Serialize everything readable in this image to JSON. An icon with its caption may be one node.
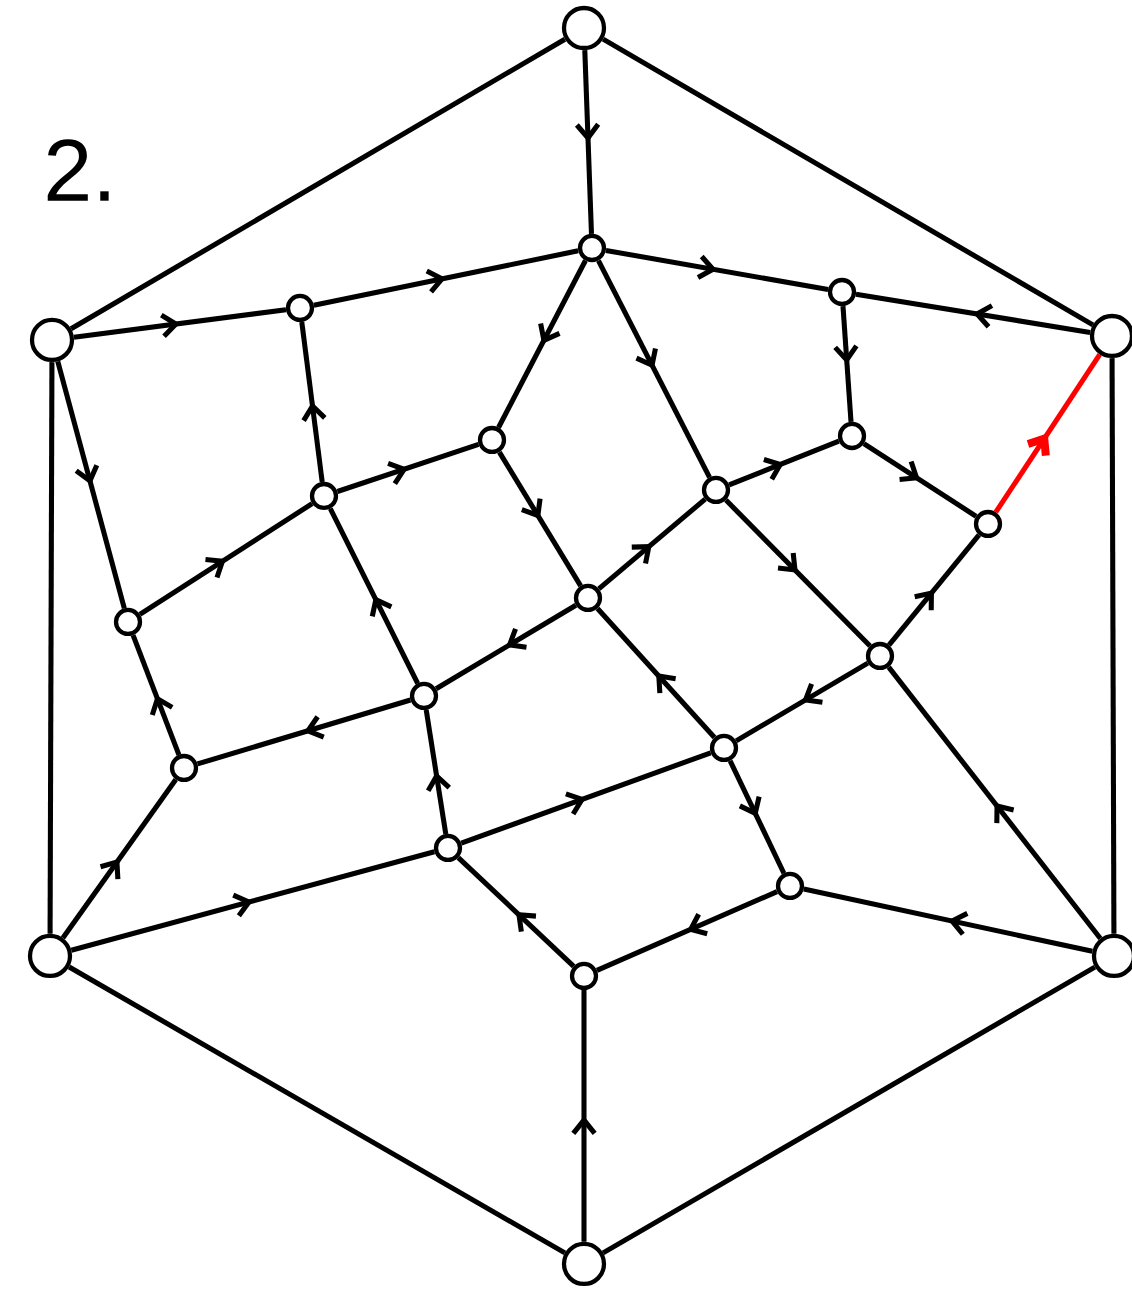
{
  "diagram": {
    "nodes": [
      {
        "text": [],
        "shape": "circle"
      },
      {
        "text": [],
        "shape": "circle"
      },
      {
        "text": [],
        "shape": "circle"
      },
      {
        "text": [],
        "shape": "circle"
      },
      {
        "text": [],
        "shape": "circle"
      },
      {
        "text": [],
        "shape": "circle"
      },
      {
        "text": [],
        "shape": "circle"
      },
      {
        "text": [],
        "shape": "circle"
      },
      {
        "text": [],
        "shape": "circle"
      },
      {
        "text": [],
        "shape": "circle"
      },
      {
        "text": [],
        "shape": "circle"
      },
      {
        "text": [],
        "shape": "circle"
      },
      {
        "text": [],
        "shape": "circle"
      },
      {
        "text": [],
        "shape": "circle"
      },
      {
        "text": [],
        "shape": "circle"
      },
      {
        "text": [],
        "shape": "circle"
      },
      {
        "text": [],
        "shape": "circle"
      },
      {
        "text": [],
        "shape": "circle"
      },
      {
        "text": [],
        "shape": "circle"
      },
      {
        "text": [],
        "shape": "circle"
      },
      {
        "text": [],
        "shape": "circle"
      },
      {
        "text": [],
        "shape": "circle"
      },
      {
        "text": [],
        "shape": "circle"
      }
    ],
    "edges": [
      {
        "from": 0,
        "to": 5,
        "arrow": "none"
      },
      {
        "from": 0,
        "to": 4,
        "arrow": "none"
      },
      {
        "from": 5,
        "to": 19,
        "arrow": "none"
      },
      {
        "from": 19,
        "to": 22,
        "arrow": "none"
      },
      {
        "from": 22,
        "to": 20,
        "arrow": "none"
      },
      {
        "from": 4,
        "to": 20,
        "arrow": "none"
      },
      {
        "from": 0,
        "to": 1,
        "arrow": "to"
      },
      {
        "from": 5,
        "to": 3,
        "arrow": "to"
      },
      {
        "from": 3,
        "to": 1,
        "arrow": "to"
      },
      {
        "from": 1,
        "to": 2,
        "arrow": "to"
      },
      {
        "from": 4,
        "to": 2,
        "arrow": "to"
      },
      {
        "from": 5,
        "to": 12,
        "arrow": "to"
      },
      {
        "from": 9,
        "to": 3,
        "arrow": "to"
      },
      {
        "from": 1,
        "to": 7,
        "arrow": "to"
      },
      {
        "from": 1,
        "to": 8,
        "arrow": "to"
      },
      {
        "from": 2,
        "to": 6,
        "arrow": "to"
      },
      {
        "from": 9,
        "to": 7,
        "arrow": "to"
      },
      {
        "from": 12,
        "to": 9,
        "arrow": "to"
      },
      {
        "from": 7,
        "to": 11,
        "arrow": "to"
      },
      {
        "from": 14,
        "to": 9,
        "arrow": "to"
      },
      {
        "from": 8,
        "to": 6,
        "arrow": "to"
      },
      {
        "from": 6,
        "to": 10,
        "arrow": "to"
      },
      {
        "from": 8,
        "to": 13,
        "arrow": "to"
      },
      {
        "from": 11,
        "to": 8,
        "arrow": "to"
      },
      {
        "from": 10,
        "to": 4,
        "arrow": "to",
        "color": "#ff0000"
      },
      {
        "from": 13,
        "to": 10,
        "arrow": "to"
      },
      {
        "from": 11,
        "to": 14,
        "arrow": "to"
      },
      {
        "from": 15,
        "to": 11,
        "arrow": "to"
      },
      {
        "from": 13,
        "to": 15,
        "arrow": "to"
      },
      {
        "from": 16,
        "to": 12,
        "arrow": "to"
      },
      {
        "from": 14,
        "to": 16,
        "arrow": "to"
      },
      {
        "from": 17,
        "to": 14,
        "arrow": "to"
      },
      {
        "from": 19,
        "to": 16,
        "arrow": "to"
      },
      {
        "from": 17,
        "to": 15,
        "arrow": "to"
      },
      {
        "from": 15,
        "to": 18,
        "arrow": "to"
      },
      {
        "from": 19,
        "to": 17,
        "arrow": "to"
      },
      {
        "from": 18,
        "to": 21,
        "arrow": "to"
      },
      {
        "from": 21,
        "to": 17,
        "arrow": "to"
      },
      {
        "from": 22,
        "to": 21,
        "arrow": "to"
      },
      {
        "from": 20,
        "to": 18,
        "arrow": "to"
      },
      {
        "from": 20,
        "to": 13,
        "arrow": "to"
      }
    ],
    "labels": [
      "2."
    ]
  }
}
